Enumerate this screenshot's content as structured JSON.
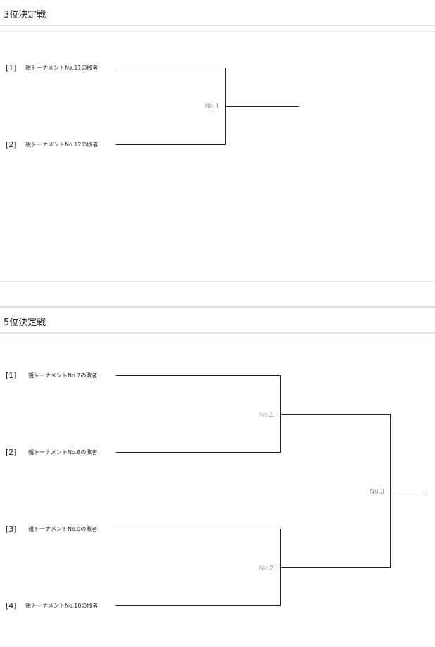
{
  "sections": [
    {
      "title": "3位決定戦",
      "entries": [
        {
          "seed": "[1]",
          "label": "親トーナメントNo.11の敗者"
        },
        {
          "seed": "[2]",
          "label": "親トーナメントNo.12の敗者"
        }
      ],
      "matches": [
        "No.1"
      ]
    },
    {
      "title": "5位決定戦",
      "entries": [
        {
          "seed": "[1]",
          "label": "親トーナメントNo.7の敗者"
        },
        {
          "seed": "[2]",
          "label": "親トーナメントNo.8の敗者"
        },
        {
          "seed": "[3]",
          "label": "親トーナメントNo.9の敗者"
        },
        {
          "seed": "[4]",
          "label": "親トーナメントNo.10の敗者"
        }
      ],
      "matches": [
        "No.1",
        "No.2",
        "No.3"
      ]
    }
  ]
}
